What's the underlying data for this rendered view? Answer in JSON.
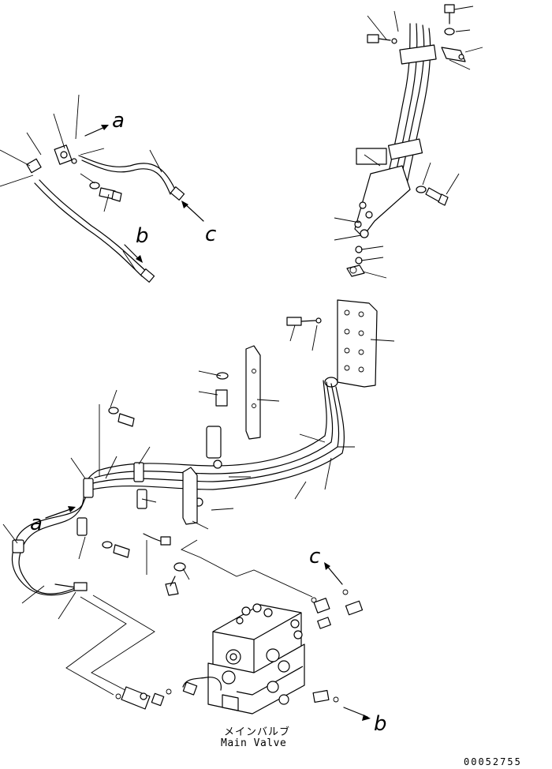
{
  "labels": {
    "a_top": "a",
    "b_top": "b",
    "c_top": "c",
    "a_mid": "a",
    "c_low": "c",
    "b_low": "b"
  },
  "main_valve": {
    "label_jp": "メインバルブ",
    "label_en": "Main Valve"
  },
  "part_number": "00052755"
}
